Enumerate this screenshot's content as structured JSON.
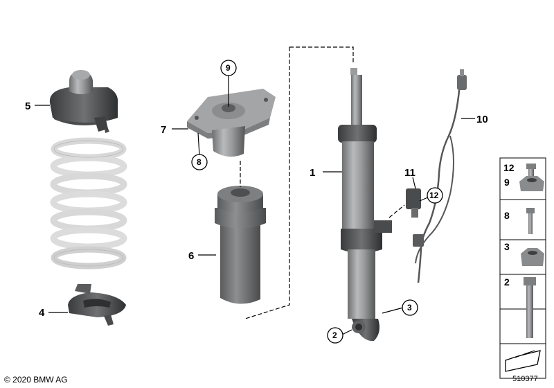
{
  "copyright": "© 2020 BMW AG",
  "diagram_id": "510377",
  "callouts": {
    "shock_absorber": "1",
    "bolt_2": "2",
    "nut_3": "3",
    "lower_spring_pad": "4",
    "upper_spring_pad": "5",
    "protection_tube": "6",
    "support_bearing": "7",
    "bolt_8": "8",
    "nut_9": "9",
    "cable": "10",
    "sensor": "11",
    "bolt_12": "12"
  },
  "side_panel": [
    "12",
    "9",
    "8",
    "3",
    "2"
  ]
}
